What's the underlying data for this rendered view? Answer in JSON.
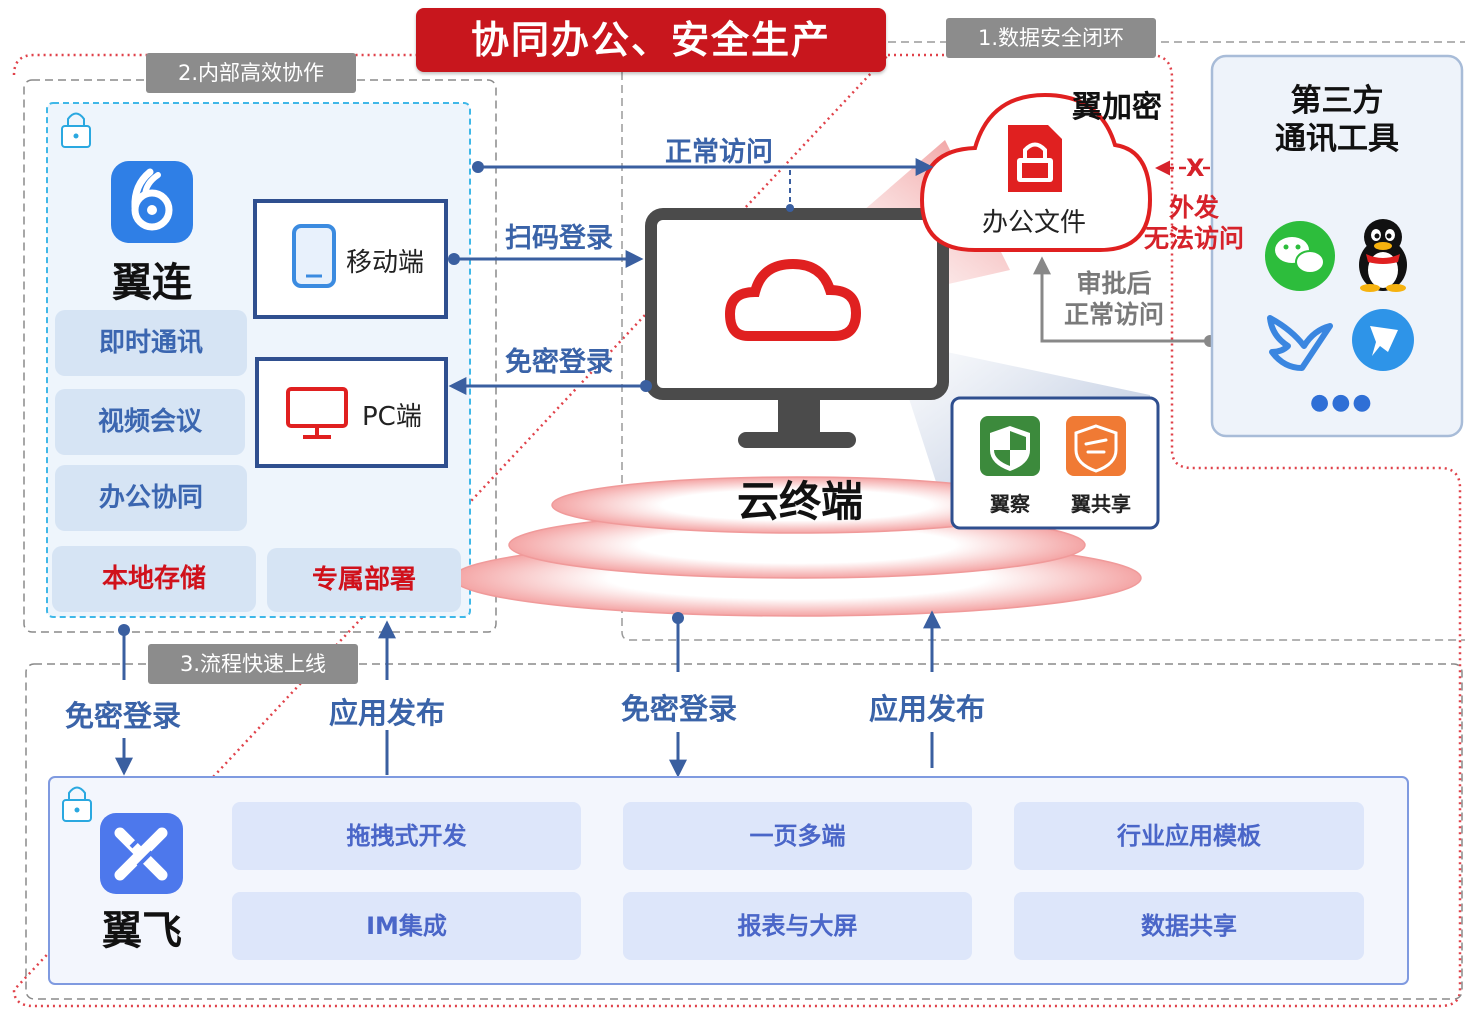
{
  "title": "协同办公、安全生产",
  "tags": {
    "data_security": "1.数据安全闭环",
    "internal_collab": "2.内部高效协作",
    "process_launch": "3.流程快速上线"
  },
  "yilian": {
    "name": "翼连",
    "features": [
      "即时通讯",
      "视频会议",
      "办公协同"
    ],
    "bottom_items": [
      "本地存储",
      "专属部署"
    ],
    "mobile_label": "移动端",
    "pc_label": "PC端"
  },
  "cloud_terminal": {
    "name": "云终端",
    "products": [
      "翼察",
      "翼共享"
    ]
  },
  "encryption": {
    "name": "翼加密",
    "doc_label": "办公文件"
  },
  "third_party": {
    "title_line1": "第三方",
    "title_line2": "通讯工具",
    "more": "●●●"
  },
  "flows": {
    "normal_access": "正常访问",
    "scan_login": "扫码登录",
    "password_free_login": "免密登录",
    "approved_line1": "审批后",
    "approved_line2": "正常访问",
    "blocked_line1": "外发",
    "blocked_line2": "无法访问",
    "blocked_mark": "X",
    "bottom_login_left": "免密登录",
    "bottom_publish_left": "应用发布",
    "bottom_login_right": "免密登录",
    "bottom_publish_right": "应用发布"
  },
  "yifei": {
    "name": "翼飞",
    "features": [
      "拖拽式开发",
      "一页多端",
      "行业应用模板",
      "IM集成",
      "报表与大屏",
      "数据共享"
    ]
  },
  "colors": {
    "brand_red": "#c8161d",
    "link_blue": "#3a5fa0",
    "pill_bg": "#d6e4f4",
    "feature_bg": "#dde6fa"
  }
}
